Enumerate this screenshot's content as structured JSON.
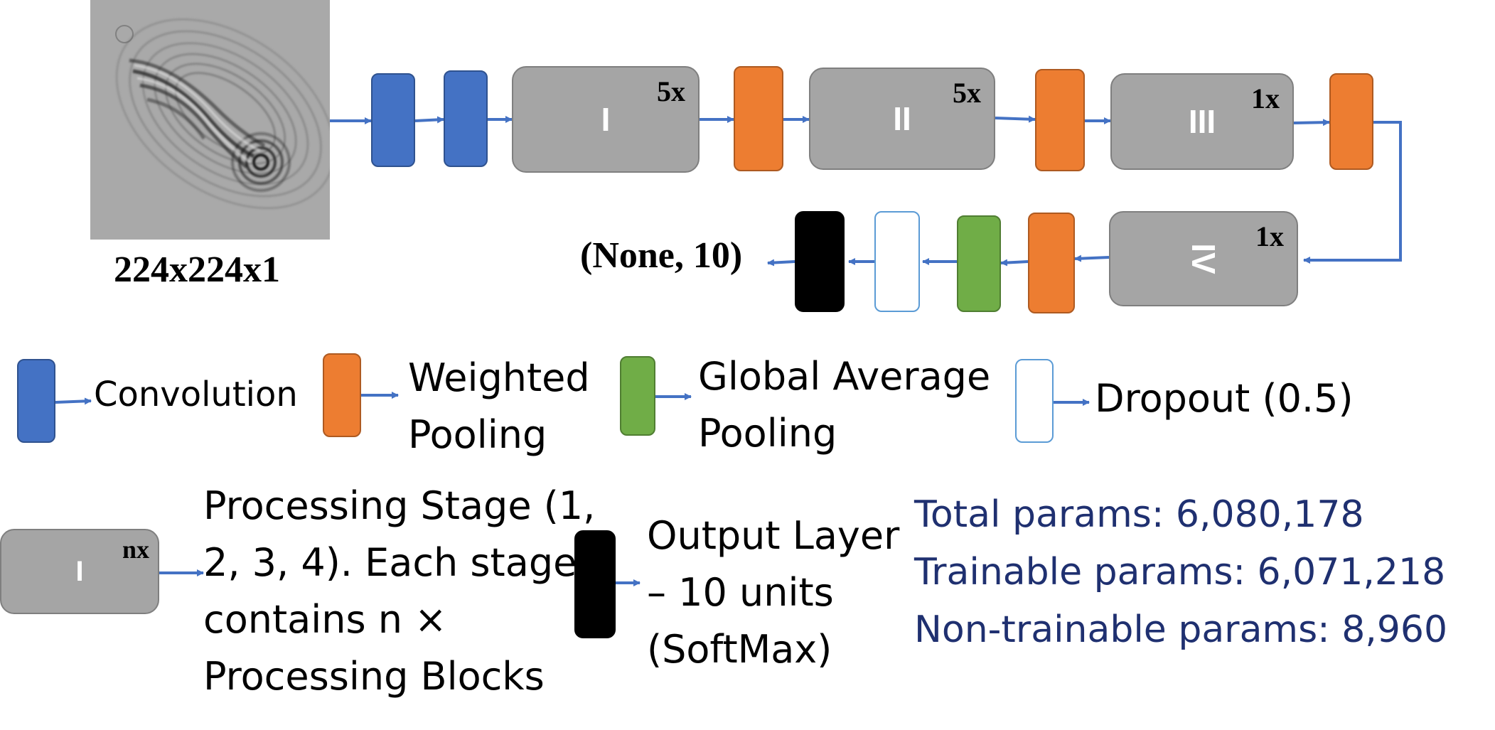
{
  "input": {
    "label": "224x224x1"
  },
  "stages": [
    {
      "id": "I",
      "roman": "I",
      "multiplier": "5x"
    },
    {
      "id": "II",
      "roman": "II",
      "multiplier": "5x"
    },
    {
      "id": "III",
      "roman": "III",
      "multiplier": "1x"
    },
    {
      "id": "IV",
      "roman": "IV",
      "multiplier": "1x"
    }
  ],
  "output": {
    "label": "(None, 10)"
  },
  "legend": {
    "convolution": "Convolution",
    "weighted_pooling": [
      "Weighted",
      "Pooling"
    ],
    "global_average_pooling": [
      "Global Average",
      "Pooling"
    ],
    "dropout": "Dropout (0.5)",
    "stage_example": {
      "roman": "I",
      "multiplier": "nx"
    },
    "processing_stage": [
      "Processing Stage (1,",
      "2, 3, 4). Each stage",
      "contains n ×",
      "Processing Blocks"
    ],
    "output_layer": [
      "Output Layer",
      "– 10 units",
      "(SoftMax)"
    ]
  },
  "params": {
    "total": "Total params: 6,080,178",
    "trainable": "Trainable params: 6,071,218",
    "non_trainable": "Non-trainable params: 8,960"
  },
  "colors": {
    "convolution": "#4472C4",
    "weighted_pooling": "#ED7D31",
    "global_average_pooling": "#70AD47",
    "dropout_border": "#5B9BD5",
    "output_layer": "#000000",
    "processing_stage": "#A5A5A5",
    "arrow": "#4472C4",
    "params_text": "#1F3070"
  }
}
